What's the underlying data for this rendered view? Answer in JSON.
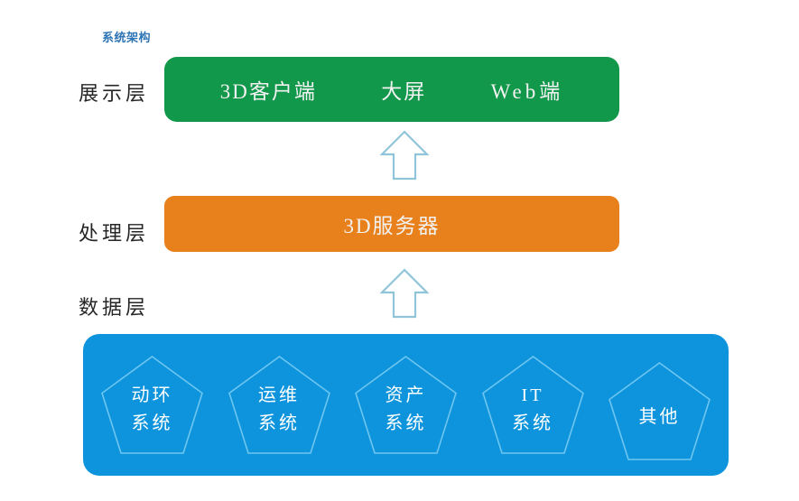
{
  "chart_data": {
    "type": "diagram",
    "title": "系统架构",
    "layers": [
      {
        "label": "展示层",
        "color": "#12984A",
        "items": [
          "3D客户端",
          "大屏",
          "Web端"
        ]
      },
      {
        "label": "处理层",
        "color": "#E8801C",
        "items": [
          "3D服务器"
        ]
      },
      {
        "label": "数据层",
        "color": "#0D94DC",
        "items": [
          "动环系统",
          "运维系统",
          "资产系统",
          "IT系统",
          "其他"
        ]
      }
    ],
    "connectors": [
      {
        "name": "arrow-data-to-processing",
        "direction": "up",
        "color": "#8FC4DA"
      },
      {
        "name": "arrow-processing-to-presentation",
        "direction": "up",
        "color": "#8FC4DA"
      }
    ]
  },
  "title": {
    "text": "系统架构",
    "color": "#2E74B5"
  },
  "presentation": {
    "label": "展示层",
    "color": "#12984A",
    "items": [
      {
        "text": "3D客户端"
      },
      {
        "text": "大屏"
      },
      {
        "text": "Web端"
      }
    ]
  },
  "processing": {
    "label": "处理层",
    "color": "#E8801C",
    "items": [
      {
        "text": "3D服务器"
      }
    ]
  },
  "data_layer": {
    "label": "数据层",
    "color": "#0D94DC",
    "nodes": [
      {
        "line1": "动环",
        "line2": "系统",
        "single": ""
      },
      {
        "line1": "运维",
        "line2": "系统",
        "single": ""
      },
      {
        "line1": "资产",
        "line2": "系统",
        "single": ""
      },
      {
        "line1": "IT",
        "line2": "系统",
        "single": ""
      },
      {
        "line1": "",
        "line2": "",
        "single": "其他"
      }
    ]
  },
  "arrows": {
    "stroke_color": "#8FC4DA",
    "upper": "arrow-up-icon",
    "lower": "arrow-up-icon"
  }
}
